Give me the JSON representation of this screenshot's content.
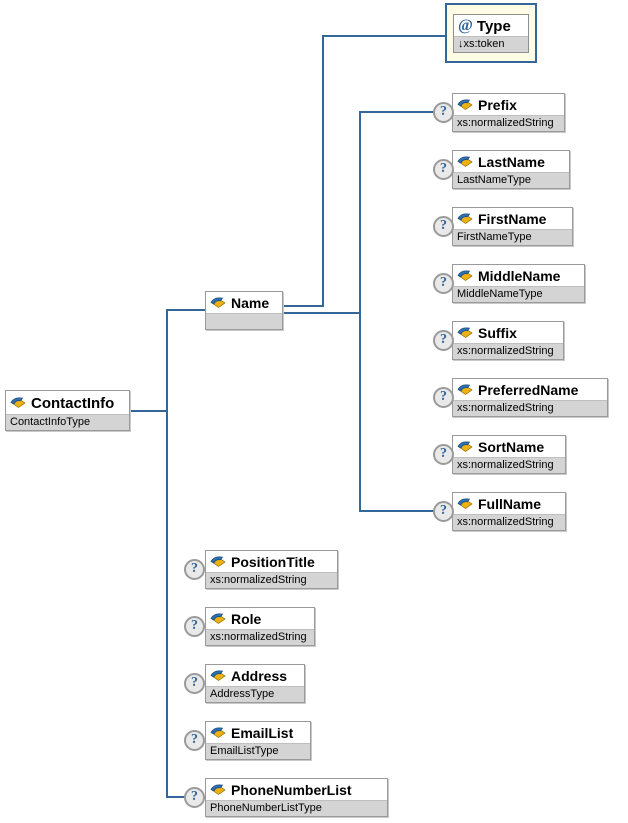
{
  "optional_glyph": "?",
  "attribute_glyph": "@",
  "root": {
    "name": "ContactInfo",
    "type": "ContactInfoType"
  },
  "name_element": {
    "name": "Name",
    "type": ""
  },
  "type_attribute": {
    "name": "Type",
    "type": "↓xs:token"
  },
  "name_children": [
    {
      "name": "Prefix",
      "type": "xs:normalizedString"
    },
    {
      "name": "LastName",
      "type": "LastNameType"
    },
    {
      "name": "FirstName",
      "type": "FirstNameType"
    },
    {
      "name": "MiddleName",
      "type": "MiddleNameType"
    },
    {
      "name": "Suffix",
      "type": "xs:normalizedString"
    },
    {
      "name": "PreferredName",
      "type": "xs:normalizedString"
    },
    {
      "name": "SortName",
      "type": "xs:normalizedString"
    },
    {
      "name": "FullName",
      "type": "xs:normalizedString"
    }
  ],
  "root_children": [
    {
      "name": "PositionTitle",
      "type": "xs:normalizedString"
    },
    {
      "name": "Role",
      "type": "xs:normalizedString"
    },
    {
      "name": "Address",
      "type": "AddressType"
    },
    {
      "name": "EmailList",
      "type": "EmailListType"
    },
    {
      "name": "PhoneNumberList",
      "type": "PhoneNumberListType"
    }
  ],
  "colors": {
    "connector": "#336699",
    "type_band": "#d4d4d4",
    "attr_container_bg": "#fffce6",
    "attr_container_border": "#336699",
    "box_border": "#9a9a9a"
  }
}
